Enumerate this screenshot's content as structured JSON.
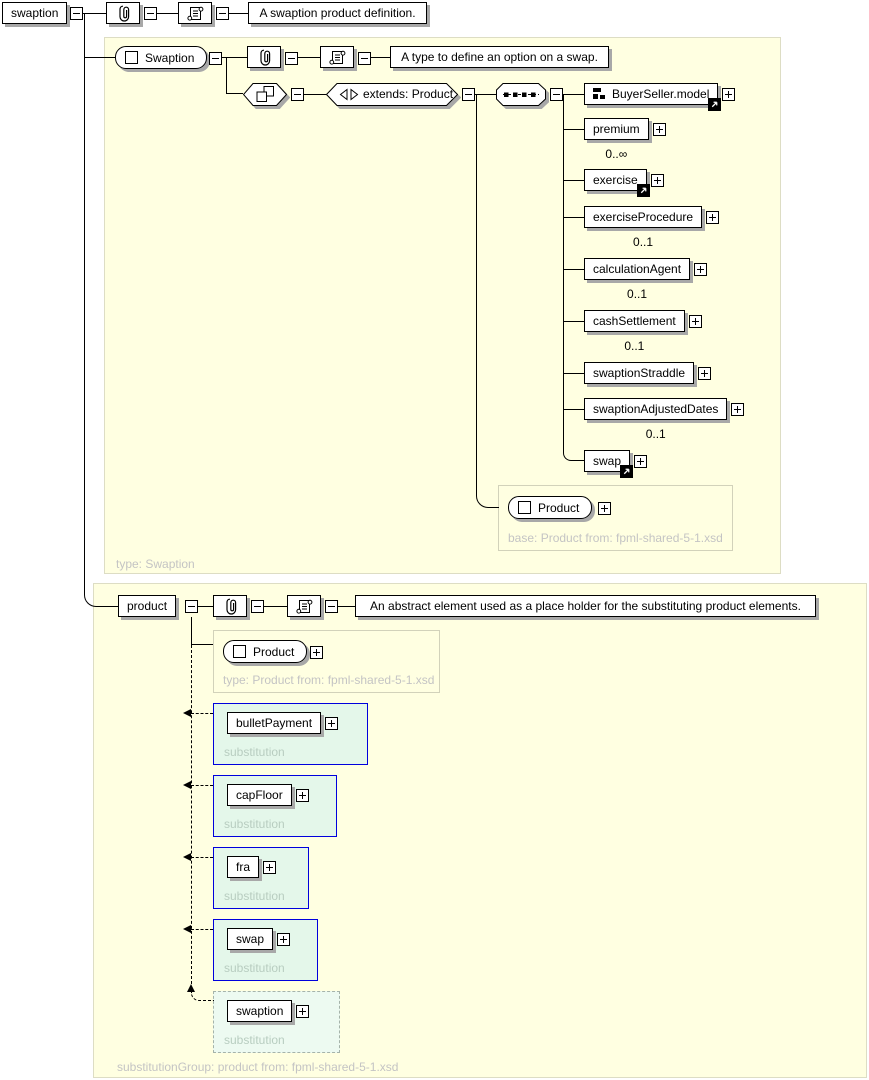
{
  "root_row": {
    "element": "swaption",
    "doc": "A swaption product definition."
  },
  "swaption_panel": {
    "type_pill": "Swaption",
    "doc": "A type to define an option on a swap.",
    "extends": "extends: Product",
    "children": [
      {
        "name": "BuyerSeller.model"
      },
      {
        "name": "premium",
        "occurs": "0..∞"
      },
      {
        "name": "exercise"
      },
      {
        "name": "exerciseProcedure",
        "occurs": "0..1"
      },
      {
        "name": "calculationAgent",
        "occurs": "0..1"
      },
      {
        "name": "cashSettlement",
        "occurs": "0..1"
      },
      {
        "name": "swaptionStraddle"
      },
      {
        "name": "swaptionAdjustedDates",
        "occurs": "0..1"
      },
      {
        "name": "swap"
      }
    ],
    "base_group": {
      "pill": "Product",
      "note": "base: Product from: fpml-shared-5-1.xsd"
    },
    "footer": "type: Swaption"
  },
  "product_panel": {
    "element": "product",
    "doc": "An abstract element used as a place holder for the substituting product elements.",
    "type_group": {
      "pill": "Product",
      "note": "type: Product from: fpml-shared-5-1.xsd"
    },
    "substitutions": [
      {
        "name": "bulletPayment",
        "label": "substitution"
      },
      {
        "name": "capFloor",
        "label": "substitution"
      },
      {
        "name": "fra",
        "label": "substitution"
      },
      {
        "name": "swap",
        "label": "substitution"
      },
      {
        "name": "swaption",
        "label": "substitution"
      }
    ],
    "footer": "substitutionGroup: product from: fpml-shared-5-1.xsd"
  },
  "colors": {
    "panel_fill": "#ffffe1",
    "panel_border": "#ddddc4",
    "substitution_fill": "#e4f7ea",
    "substitution_border": "#0000dd",
    "shadow": "#a8a8a8",
    "note_gray": "#c4c4c4"
  }
}
